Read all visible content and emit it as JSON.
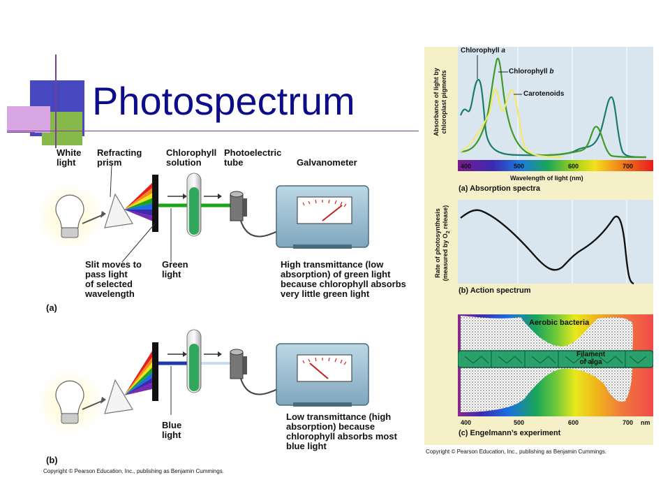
{
  "slide": {
    "title": "Photospectrum",
    "copyright_left": "Copyright © Pearson Education, Inc., publishing as Benjamin Cummings.",
    "copyright_right": "Copyright © Pearson Education, Inc., publishing as Benjamin Cummings."
  },
  "left_diagram": {
    "labels": {
      "white_light": "White\nlight",
      "prism": "Refracting\nprism",
      "chlorophyll_solution": "Chlorophyll\nsolution",
      "photoelectric_tube": "Photoelectric\ntube",
      "galvanometer": "Galvanometer",
      "slit": "Slit moves to\npass light\nof selected\nwavelength"
    },
    "a": {
      "tag": "(a)",
      "light_label": "Green\nlight",
      "caption": "High transmittance (low\nabsorption) of green light\nbecause chlorophyll absorbs\nvery little green light",
      "beam_color": "#1aa51a"
    },
    "b": {
      "tag": "(b)",
      "light_label": "Blue\nlight",
      "caption": "Low transmittance (high\nabsorption) because\nchlorophyll absorbs most\nblue light",
      "beam_color": "#1b3aa8"
    }
  },
  "absorption": {
    "ylabel_line1": "Absorbance of light by",
    "ylabel_line2": "chloroplast pigments",
    "xlabel": "Wavelength of light (nm)",
    "caption": "(a) Absorption spectra",
    "ticks": [
      "400",
      "500",
      "600",
      "700"
    ],
    "curve_labels": {
      "chl_a_name": "Chlorophyll ",
      "chl_a_letter": "a",
      "chl_b_name": "Chlorophyll ",
      "chl_b_letter": "b",
      "carotenoids": "Carotenoids"
    },
    "colors": {
      "chl_a": "#1a7a6e",
      "chl_b": "#3f9a2a",
      "carotenoids": "#f3e86a"
    }
  },
  "action": {
    "ylabel_line1": "Rate of photosynthesis",
    "ylabel_line2_pre": "(measured by O",
    "ylabel_sub": "2",
    "ylabel_line2_post": " release)",
    "caption": "(b) Action spectrum"
  },
  "engelmann": {
    "bacteria_label": "Aerobic bacteria",
    "filament_label_1": "Filament",
    "filament_label_2": "of alga",
    "ticks": [
      "400",
      "500",
      "600",
      "700"
    ],
    "unit": "nm",
    "caption": "(c) Engelmann’s experiment"
  }
}
